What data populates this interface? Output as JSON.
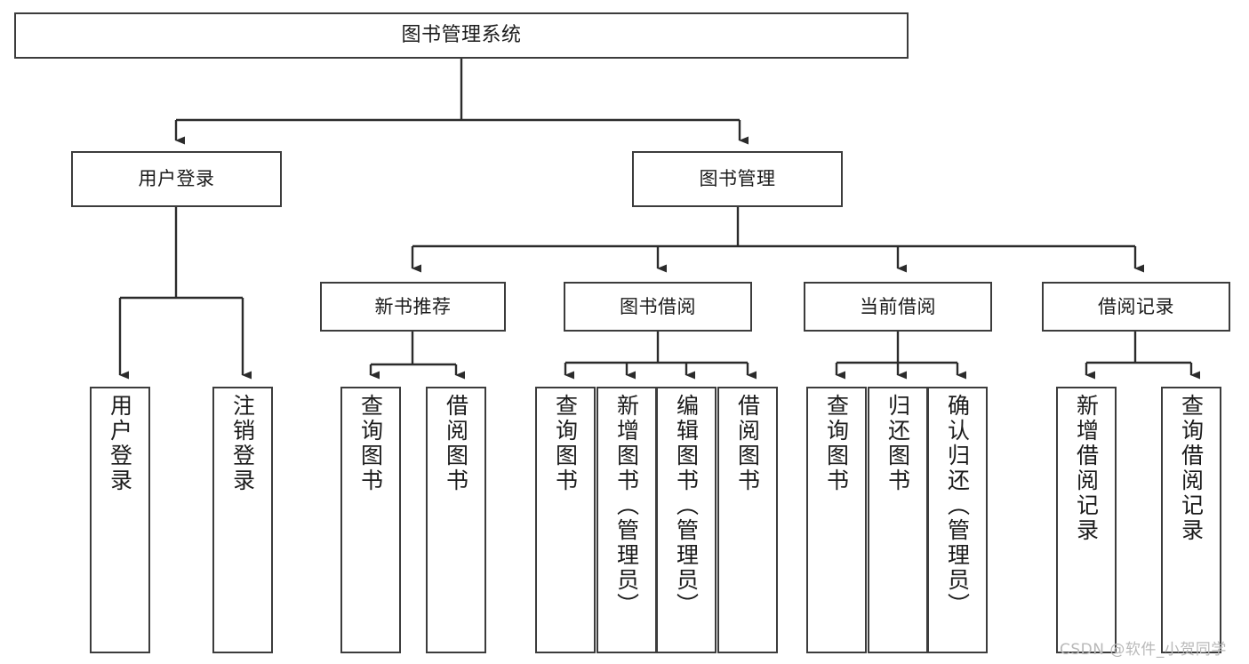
{
  "diagram": {
    "type": "tree",
    "title": "图书管理系统",
    "watermark": "CSDN @软件_小贺同学",
    "colors": {
      "box_border": "#3c3c3c",
      "box_fill": "#ffffff",
      "connector": "#2b2b2b",
      "text": "#1b1b1b",
      "watermark": "#b9b9b9",
      "background": "#ffffff"
    },
    "nodes": {
      "root": {
        "label": "图书管理系统",
        "level": 1,
        "orientation": "horizontal"
      },
      "user_login": {
        "label": "用户登录",
        "level": 2,
        "orientation": "horizontal"
      },
      "book_manage": {
        "label": "图书管理",
        "level": 2,
        "orientation": "horizontal"
      },
      "new_book_rec": {
        "label": "新书推荐",
        "level": 3,
        "orientation": "horizontal"
      },
      "book_borrow": {
        "label": "图书借阅",
        "level": 3,
        "orientation": "horizontal"
      },
      "current_borrow": {
        "label": "当前借阅",
        "level": 3,
        "orientation": "horizontal"
      },
      "borrow_record": {
        "label": "借阅记录",
        "level": 3,
        "orientation": "horizontal"
      },
      "leaf_user_login": {
        "label": "用户登录",
        "level": 4,
        "orientation": "vertical"
      },
      "leaf_logout": {
        "label": "注销登录",
        "level": 4,
        "orientation": "vertical"
      },
      "leaf_query_book_1": {
        "label": "查询图书",
        "level": 4,
        "orientation": "vertical"
      },
      "leaf_borrow_book_1": {
        "label": "借阅图书",
        "level": 4,
        "orientation": "vertical"
      },
      "leaf_query_book_2": {
        "label": "查询图书",
        "level": 4,
        "orientation": "vertical"
      },
      "leaf_add_book": {
        "label": "新增图书（管理员）",
        "level": 4,
        "orientation": "vertical"
      },
      "leaf_edit_book": {
        "label": "编辑图书（管理员）",
        "level": 4,
        "orientation": "vertical"
      },
      "leaf_borrow_book_2": {
        "label": "借阅图书",
        "level": 4,
        "orientation": "vertical"
      },
      "leaf_query_book_3": {
        "label": "查询图书",
        "level": 4,
        "orientation": "vertical"
      },
      "leaf_return_book": {
        "label": "归还图书",
        "level": 4,
        "orientation": "vertical"
      },
      "leaf_confirm_return": {
        "label": "确认归还（管理员）",
        "level": 4,
        "orientation": "vertical"
      },
      "leaf_add_record": {
        "label": "新增借阅记录",
        "level": 4,
        "orientation": "vertical"
      },
      "leaf_query_record": {
        "label": "查询借阅记录",
        "level": 4,
        "orientation": "vertical"
      }
    },
    "edges": [
      {
        "from": "root",
        "to": "user_login"
      },
      {
        "from": "root",
        "to": "book_manage"
      },
      {
        "from": "user_login",
        "to": "leaf_user_login"
      },
      {
        "from": "user_login",
        "to": "leaf_logout"
      },
      {
        "from": "book_manage",
        "to": "new_book_rec"
      },
      {
        "from": "book_manage",
        "to": "book_borrow"
      },
      {
        "from": "book_manage",
        "to": "current_borrow"
      },
      {
        "from": "book_manage",
        "to": "borrow_record"
      },
      {
        "from": "new_book_rec",
        "to": "leaf_query_book_1"
      },
      {
        "from": "new_book_rec",
        "to": "leaf_borrow_book_1"
      },
      {
        "from": "book_borrow",
        "to": "leaf_query_book_2"
      },
      {
        "from": "book_borrow",
        "to": "leaf_add_book"
      },
      {
        "from": "book_borrow",
        "to": "leaf_edit_book"
      },
      {
        "from": "book_borrow",
        "to": "leaf_borrow_book_2"
      },
      {
        "from": "current_borrow",
        "to": "leaf_query_book_3"
      },
      {
        "from": "current_borrow",
        "to": "leaf_return_book"
      },
      {
        "from": "current_borrow",
        "to": "leaf_confirm_return"
      },
      {
        "from": "borrow_record",
        "to": "leaf_add_record"
      },
      {
        "from": "borrow_record",
        "to": "leaf_query_record"
      }
    ]
  }
}
